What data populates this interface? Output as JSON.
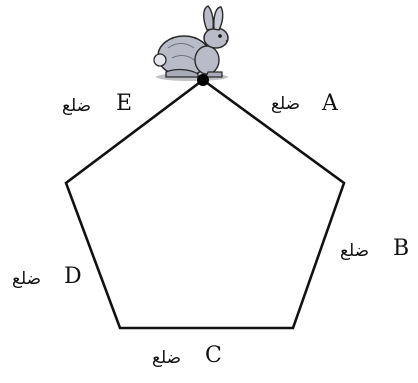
{
  "diagram": {
    "shape": "pentagon",
    "sides": [
      {
        "letter": "A",
        "word": "ضلع"
      },
      {
        "letter": "B",
        "word": "ضلع"
      },
      {
        "letter": "C",
        "word": "ضلع"
      },
      {
        "letter": "D",
        "word": "ضلع"
      },
      {
        "letter": "E",
        "word": "ضلع"
      }
    ],
    "figure": "rabbit",
    "colors": {
      "stroke": "#111111",
      "rabbit_body": "#b9bcc8",
      "rabbit_outline": "#2a2a2a",
      "vertex_dot": "#000000"
    }
  }
}
